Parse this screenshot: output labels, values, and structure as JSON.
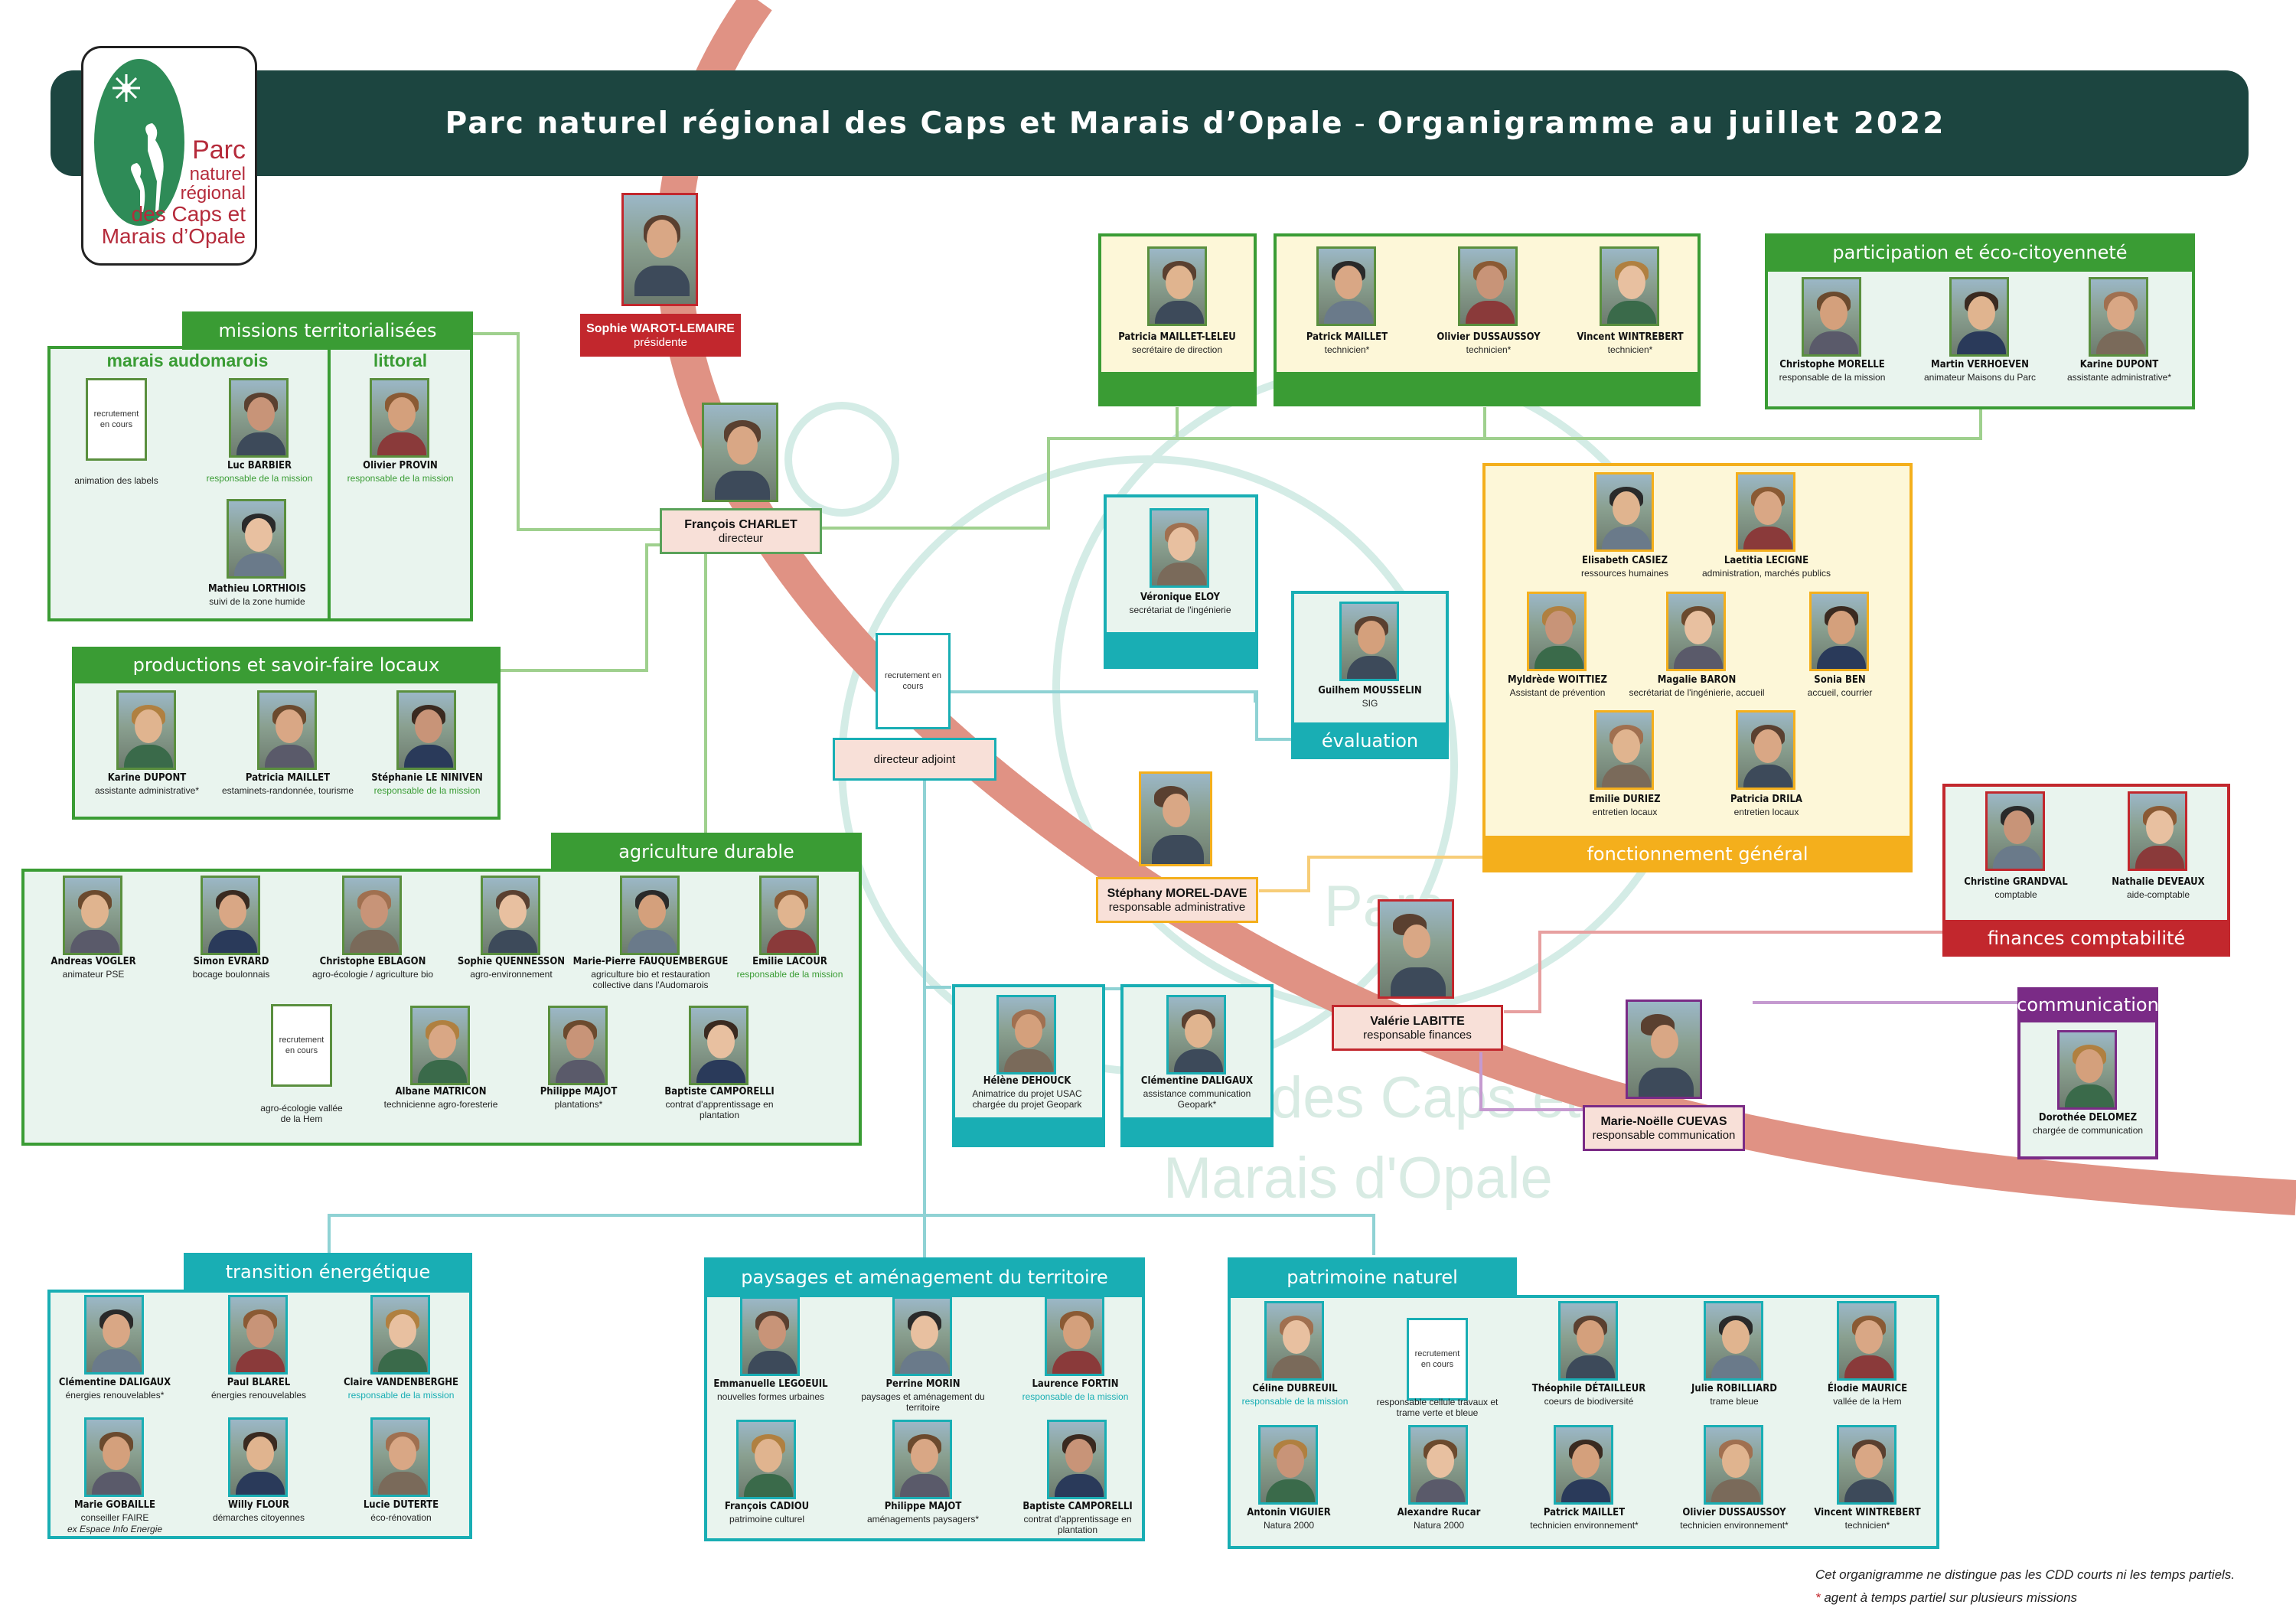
{
  "header": {
    "title": "Parc naturel régional des Caps et Marais d’Opale",
    "separator": "-",
    "subtitle": "Organigramme au juillet 2022"
  },
  "logo": {
    "line1": "Parc",
    "line2": "naturel",
    "line3": "régional",
    "line4": "des Caps et",
    "line5": "Marais d’Opale"
  },
  "watermark": {
    "line1": "Parc",
    "line2": "des Caps et",
    "line3": "Marais d'Opale"
  },
  "president": {
    "name": "Sophie WAROT-LEMAIRE",
    "role": "présidente"
  },
  "director": {
    "name": "François CHARLET",
    "role": "directeur"
  },
  "deputy": {
    "recruit": "recrutement en cours",
    "role": "directeur adjoint"
  },
  "admin_resp": {
    "name": "Stéphany MOREL-DAVE",
    "role": "responsable administrative"
  },
  "finance_resp": {
    "name": "Valérie LABITTE",
    "role": "responsable finances"
  },
  "comm_resp": {
    "name": "Marie-Noëlle CUEVAS",
    "role": "responsable communication"
  },
  "teams": {
    "secretariat": {
      "members": [
        {
          "name": "Patricia MAILLET-LELEU",
          "role": "secrétaire de direction"
        }
      ]
    },
    "technicians": {
      "members": [
        {
          "name": "Patrick MAILLET",
          "role": "technicien*"
        },
        {
          "name": "Olivier DUSSAUSSOY",
          "role": "technicien*"
        },
        {
          "name": "Vincent WINTREBERT",
          "role": "technicien*"
        }
      ]
    },
    "participation": {
      "title": "participation et éco-citoyenneté",
      "members": [
        {
          "name": "Christophe MORELLE",
          "role": "responsable de la mission"
        },
        {
          "name": "Martin VERHOEVEN",
          "role": "animateur Maisons du Parc"
        },
        {
          "name": "Karine DUPONT",
          "role": "assistante administrative*"
        }
      ]
    },
    "missions": {
      "title": "missions territorialisées",
      "sub1": "marais audomarois",
      "sub2": "littoral",
      "recruit": "recrutement en cours",
      "recruit_role": "animation des labels",
      "members": [
        {
          "name": "Luc BARBIER",
          "role": "responsable de la mission"
        },
        {
          "name": "Mathieu LORTHIOIS",
          "role": "suivi de la zone humide"
        },
        {
          "name": "Olivier PROVIN",
          "role": "responsable de la mission"
        }
      ]
    },
    "productions": {
      "title": "productions et savoir-faire locaux",
      "members": [
        {
          "name": "Karine DUPONT",
          "role": "assistante administrative*"
        },
        {
          "name": "Patricia MAILLET",
          "role": "estaminets-randonnée, tourisme"
        },
        {
          "name": "Stéphanie LE NINIVEN",
          "role": "responsable de la mission"
        }
      ]
    },
    "ingenierie": {
      "members": [
        {
          "name": "Véronique ELOY",
          "role": "secrétariat de l'ingénierie"
        }
      ]
    },
    "evaluation": {
      "title": "évaluation",
      "members": [
        {
          "name": "Guilhem MOUSSELIN",
          "role": "SIG"
        }
      ]
    },
    "fonctionnement": {
      "title": "fonctionnement général",
      "members": [
        {
          "name": "Elisabeth CASIEZ",
          "role": "ressources humaines"
        },
        {
          "name": "Laetitia LECIGNE",
          "role": "administration, marchés publics"
        },
        {
          "name": "Myldrède WOITTIEZ",
          "role": "Assistant de prévention"
        },
        {
          "name": "Magalie BARON",
          "role": "secrétariat de l'ingénierie, accueil"
        },
        {
          "name": "Sonia BEN",
          "role": "accueil, courrier"
        },
        {
          "name": "Emilie DURIEZ",
          "role": "entretien locaux"
        },
        {
          "name": "Patricia DRILA",
          "role": "entretien locaux"
        }
      ]
    },
    "finances": {
      "title": "finances comptabilité",
      "members": [
        {
          "name": "Christine GRANDVAL",
          "role": "comptable"
        },
        {
          "name": "Nathalie DEVEAUX",
          "role": "aide-comptable"
        }
      ]
    },
    "communication": {
      "title": "communication",
      "members": [
        {
          "name": "Dorothée DELOMEZ",
          "role": "chargée de communication"
        }
      ]
    },
    "agriculture": {
      "title": "agriculture durable",
      "recruit": "recrutement en cours",
      "recruit_role": "agro-écologie vallée de la Hem",
      "members": [
        {
          "name": "Andreas VOGLER",
          "role": "animateur PSE"
        },
        {
          "name": "Simon EVRARD",
          "role": "bocage boulonnais"
        },
        {
          "name": "Christophe EBLAGON",
          "role": "agro-écologie / agriculture bio"
        },
        {
          "name": "Sophie QUENNESSON",
          "role": "agro-environnement"
        },
        {
          "name": "Marie-Pierre FAUQUEMBERGUE",
          "role": "agriculture bio et restauration collective dans l'Audomarois"
        },
        {
          "name": "Emilie LACOUR",
          "role": "responsable de la mission"
        },
        {
          "name": "Albane MATRICON",
          "role": "technicienne agro-foresterie"
        },
        {
          "name": "Philippe MAJOT",
          "role": "plantations*"
        },
        {
          "name": "Baptiste CAMPORELLI",
          "role": "contrat d'apprentissage en plantation"
        }
      ]
    },
    "usac": {
      "members": [
        {
          "name": "Hélène DEHOUCK",
          "role": "Animatrice du projet USAC chargée du projet Geopark"
        }
      ]
    },
    "geopark": {
      "members": [
        {
          "name": "Clémentine DALIGAUX",
          "role": "assistance communication Geopark*"
        }
      ]
    },
    "transition": {
      "title": "transition énergétique",
      "members": [
        {
          "name": "Clémentine DALIGAUX",
          "role": "énergies renouvelables*"
        },
        {
          "name": "Paul BLAREL",
          "role": "énergies renouvelables"
        },
        {
          "name": "Claire VANDENBERGHE",
          "role": "responsable de la mission"
        },
        {
          "name": "Marie GOBAILLE",
          "role": "conseiller FAIRE",
          "role2": "ex Espace Info Energie"
        },
        {
          "name": "Willy FLOUR",
          "role": "démarches citoyennes"
        },
        {
          "name": "Lucie DUTERTE",
          "role": "éco-rénovation"
        }
      ]
    },
    "paysages": {
      "title": "paysages et aménagement du territoire",
      "members": [
        {
          "name": "Emmanuelle LEGOEUIL",
          "role": "nouvelles formes urbaines"
        },
        {
          "name": "Perrine MORIN",
          "role": "paysages et aménagement du territoire"
        },
        {
          "name": "Laurence FORTIN",
          "role": "responsable de la mission"
        },
        {
          "name": "François CADIOU",
          "role": "patrimoine culturel"
        },
        {
          "name": "Philippe MAJOT",
          "role": "aménagements paysagers*"
        },
        {
          "name": "Baptiste CAMPORELLI",
          "role": "contrat d'apprentissage en plantation"
        }
      ]
    },
    "patrimoine": {
      "title": "patrimoine naturel",
      "recruit": "recrutement en cours",
      "recruit_role": "responsable cellule travaux et trame verte et bleue",
      "members": [
        {
          "name": "Céline DUBREUIL",
          "role": "responsable de la mission"
        },
        {
          "name": "Théophile DÉTAILLEUR",
          "role": "coeurs de biodiversité"
        },
        {
          "name": "Julie ROBILLIARD",
          "role": "trame bleue"
        },
        {
          "name": "Élodie MAURICE",
          "role": "vallée de la Hem"
        },
        {
          "name": "Antonin VIGUIER",
          "role": "Natura 2000"
        },
        {
          "name": "Alexandre Rucar",
          "role": "Natura 2000"
        },
        {
          "name": "Patrick MAILLET",
          "role": "technicien environnement*"
        },
        {
          "name": "Olivier DUSSAUSSOY",
          "role": "technicien environnement*"
        },
        {
          "name": "Vincent WINTREBERT",
          "role": "technicien*"
        }
      ]
    }
  },
  "footnotes": {
    "line1": "Cet organigramme ne distingue pas les CDD courts ni les temps partiels.",
    "star": "*",
    "line2": " agent à temps partiel sur plusieurs missions"
  },
  "colors": {
    "header": "#1c4540",
    "green": "#3a9c34",
    "teal": "#19aeb4",
    "gold": "#f4af1c",
    "red": "#c2272d",
    "purple": "#7a2b86",
    "arc": "#e09284"
  }
}
